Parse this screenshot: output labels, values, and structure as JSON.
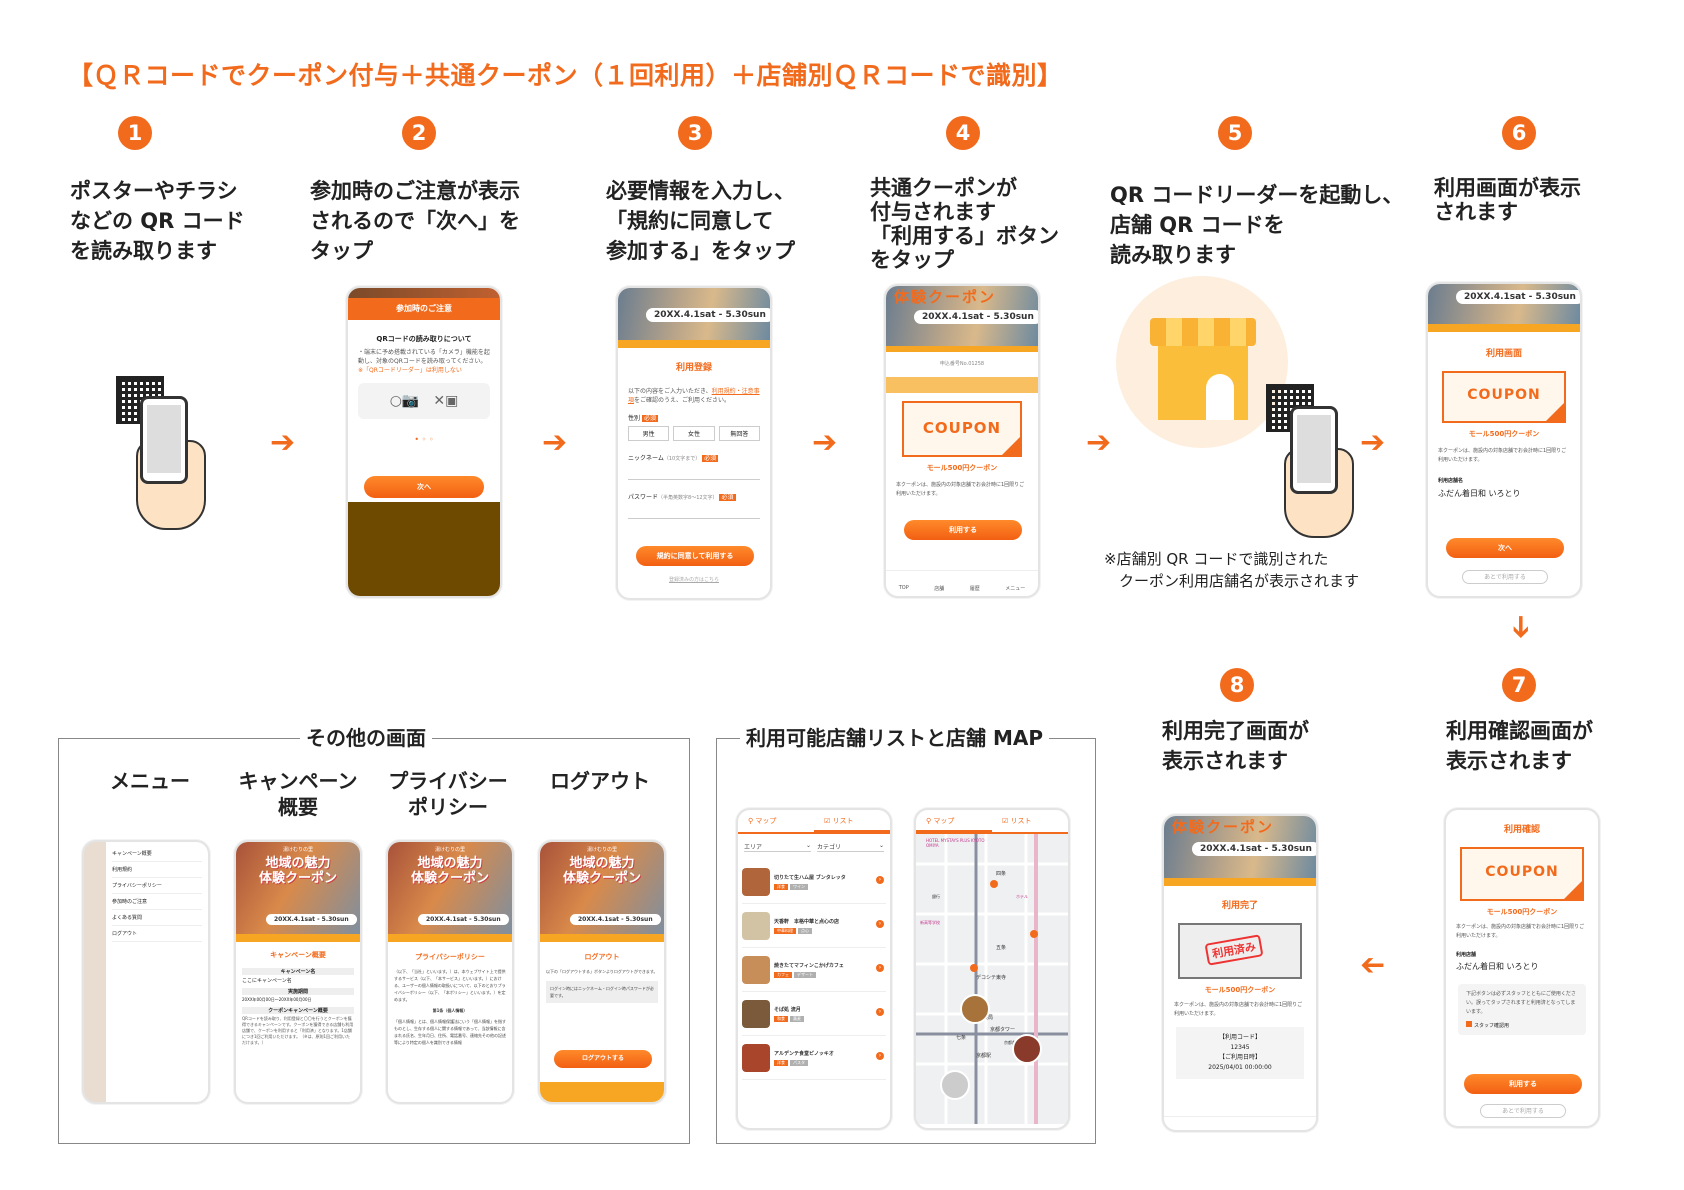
{
  "title": "【ＱＲコードでクーポン付与＋共通クーポン（１回利用）＋店舗別ＱＲコードで識別】",
  "accent_color": "#f26b1d",
  "steps": [
    {
      "num": "1",
      "caption": "ポスターやチラシ\nなどの QR コード\nを読み取ります"
    },
    {
      "num": "2",
      "caption": "参加時のご注意が表示\nされるので「次へ」を\nタップ"
    },
    {
      "num": "3",
      "caption": "必要情報を入力し、\n「規約に同意して\n参加する」をタップ"
    },
    {
      "num": "4",
      "caption": "共通クーポンが\n付与されます\n「利用する」ボタン\nをタップ"
    },
    {
      "num": "5",
      "caption": "QR コードリーダーを起動し、\n店舗 QR コードを\n読み取ります"
    },
    {
      "num": "6",
      "caption": "利用画面が表示\nされます"
    },
    {
      "num": "7",
      "caption": "利用確認画面が\n表示されます"
    },
    {
      "num": "8",
      "caption": "利用完了画面が\n表示されます"
    }
  ],
  "note5": "※店舗別 QR コードで識別された\n　クーポン利用店舗名が表示されます",
  "screens": {
    "notice": {
      "header": "参加時のご注意",
      "qr_title": "QRコードの読み取りについて",
      "qr_body": "・端末に予め搭載されている「カメラ」機能を起動し、対象のQRコードを読み取ってください。",
      "qr_warning": "※「QRコードリーダー」は利用しない",
      "next": "次へ"
    },
    "register": {
      "dates": "20XX.4.1sat - 5.30sun",
      "title": "利用登録",
      "intro_a": "以下の内容をご入力いただき、",
      "intro_link": "利用規約・注意事項",
      "intro_b": "をご確認のうえ、ご利用ください。",
      "gender_label": "性別",
      "required": "必須",
      "genders": [
        "男性",
        "女性",
        "無回答"
      ],
      "nickname_label": "ニックネーム",
      "nickname_hint": "（10文字まで）",
      "password_label": "パスワード",
      "password_hint": "（半角英数字8〜12文字）",
      "submit": "規約に同意して利用する",
      "login_link": "登録済みの方はこちら"
    },
    "coupon_granted": {
      "banner_head": "体験クーポン",
      "dates": "20XX.4.1sat - 5.30sun",
      "number": "申込番号No.01258",
      "coupon": "COUPON",
      "coupon_name": "モール500円クーポン",
      "desc": "本クーポンは、施設内の対象店舗でお会計時に1回限りご利用いただけます。",
      "use": "利用する",
      "nav": [
        "TOP",
        "店舗",
        "履歴",
        "メニュー"
      ]
    },
    "use": {
      "dates": "20XX.4.1sat - 5.30sun",
      "title": "利用画面",
      "coupon": "COUPON",
      "coupon_name": "モール500円クーポン",
      "desc": "本クーポンは、施設内の対象店舗でお会計時に1回限りご利用いただけます。",
      "store_label": "利用店舗名",
      "store": "ふだん着日和 いろとり",
      "next": "次へ",
      "later": "あとで利用する"
    },
    "confirm": {
      "title": "利用確認",
      "coupon": "COUPON",
      "coupon_name": "モール500円クーポン",
      "desc": "本クーポンは、施設内の対象店舗でお会計時に1回限りご利用いただけます。",
      "store_label": "利用店舗",
      "store": "ふだん着日和 いろとり",
      "staff_note": "下記ボタンは必ずスタッフとともにご使用ください。誤ってタップされますと利用済となってしまいます。",
      "staff_check": "スタッフ確認用",
      "use": "利用する",
      "later": "あとで利用する"
    },
    "complete": {
      "banner_head": "体験クーポン",
      "dates": "20XX.4.1sat - 5.30sun",
      "title": "利用完了",
      "stamp": "利用済み",
      "coupon_name": "モール500円クーポン",
      "desc": "本クーポンは、施設内の対象店舗でお会計時に1回限りご利用いただけます。",
      "code_label": "【利用コード】",
      "code": "12345",
      "date_label": "【ご利用日時】",
      "date": "2025/04/01 00:00:00"
    }
  },
  "other": {
    "panel_title": "その他の画面",
    "labels": [
      "メニュー",
      "キャンペーン\n概要",
      "プライバシー\nポリシー",
      "ログアウト"
    ],
    "menu_items": [
      "キャンペーン概要",
      "利用規約",
      "プライバシーポリシー",
      "参加時のご注意",
      "よくある質問",
      "ログアウト"
    ],
    "logo": "湯けむりの里",
    "banner_title": "地域の魅力\n体験クーポン",
    "dates": "20XX.4.1sat - 5.30sun",
    "campaign": {
      "title": "キャンペーン概要",
      "name_label": "キャンペーン名",
      "name": "ここにキャンペーン名",
      "period_label": "実施期間",
      "period": "20XX年00月00日〜20XX年00月00日",
      "summary_label": "クーポンキャンペーン概要",
      "summary": "QRコードを読み取り、利用登録と〇〇を行うとクーポンを獲得できるキャンペーンです。クーポンを獲得できる店舗も利用店舗で、クーポンを利用すると「利用済」となります。1店舗につき1回ご利用いただけます。（※は、原則1回ご利用いただけます。）"
    },
    "privacy": {
      "title": "プライバシーポリシー",
      "body": "（以下、「当社」といいます。）は、本ウェブサイト上で提供するサービス（以下、「本サービス」といいます。）における、ユーザーの個人情報の取扱いについて、以下のとおりプライバシーポリシー（以下、「本ポリシー」といいます。）を定めます。",
      "sec": "第1条（個人情報）",
      "sec_body": "「個人情報」とは、個人情報保護法にいう「個人情報」を指すものとし、生存する個人に関する情報であって、当該情報に含まれる氏名、生年月日、住所、電話番号、連絡先その他の記述等により特定の個人を識別できる情報"
    },
    "logout": {
      "title": "ログアウト",
      "body": "以下の「ログアウトする」ボタンよりログアウトができます。",
      "note": "ログイン時にはニックネーム・ログイン時パスワードが必要です。",
      "button": "ログアウトする"
    }
  },
  "stores": {
    "panel_title": "利用可能店舗リストと店舗 MAP",
    "tab_map": "マップ",
    "tab_list": "リスト",
    "filter_area": "エリア",
    "filter_category": "カテゴリ",
    "list": [
      {
        "name": "切りたて生ハム屋 ブンタレッタ",
        "tags": [
          "洋食",
          "ワイン"
        ]
      },
      {
        "name": "天香軒　本格中華と点心の店",
        "tags": [
          "中華料理",
          "点心"
        ]
      },
      {
        "name": "焼きたてマフィンこかげカフェ",
        "tags": [
          "カフェ",
          "デザート"
        ]
      },
      {
        "name": "そば処 流月",
        "tags": [
          "和食",
          "蕎麦"
        ]
      },
      {
        "name": "アルデンテ食堂ピノッキオ",
        "tags": [
          "洋食",
          "パスタ"
        ]
      }
    ],
    "map_labels": [
      "HOTEL MYSTAYS PLUS KYOTO OMIYA",
      "四条",
      "五条",
      "デコシテ東寺",
      "京都タワー",
      "京都駅",
      "保険局",
      "新高等学校",
      "七条",
      "ホテル",
      "銀行",
      "京都劇場"
    ]
  }
}
